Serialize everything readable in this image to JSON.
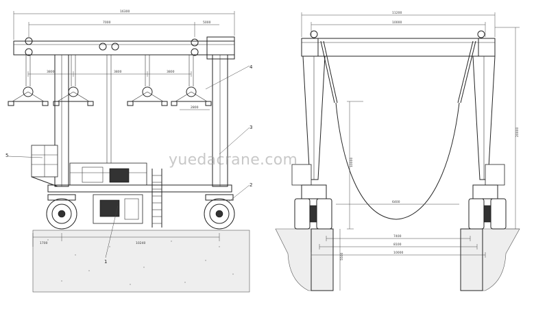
{
  "watermark": "yuedacrane.com",
  "side_view": {
    "callouts": [
      "1",
      "2",
      "3",
      "4",
      "5"
    ],
    "dims": {
      "overall_length": "16300",
      "top_span": "7000",
      "top_right": "5000",
      "sling_1": "3800",
      "sling_2": "3800",
      "sling_3": "3800",
      "sling_small": "2800",
      "bottom_left": "1700",
      "wheelbase": "10240"
    }
  },
  "end_view": {
    "dims": {
      "overall_width": "11200",
      "inner_width": "10000",
      "height": "20000",
      "lift_height": "10000",
      "sling_width": "6400",
      "track_1": "7400",
      "track_2": "8100",
      "track_3": "10000",
      "pit_depth": "5500"
    }
  }
}
